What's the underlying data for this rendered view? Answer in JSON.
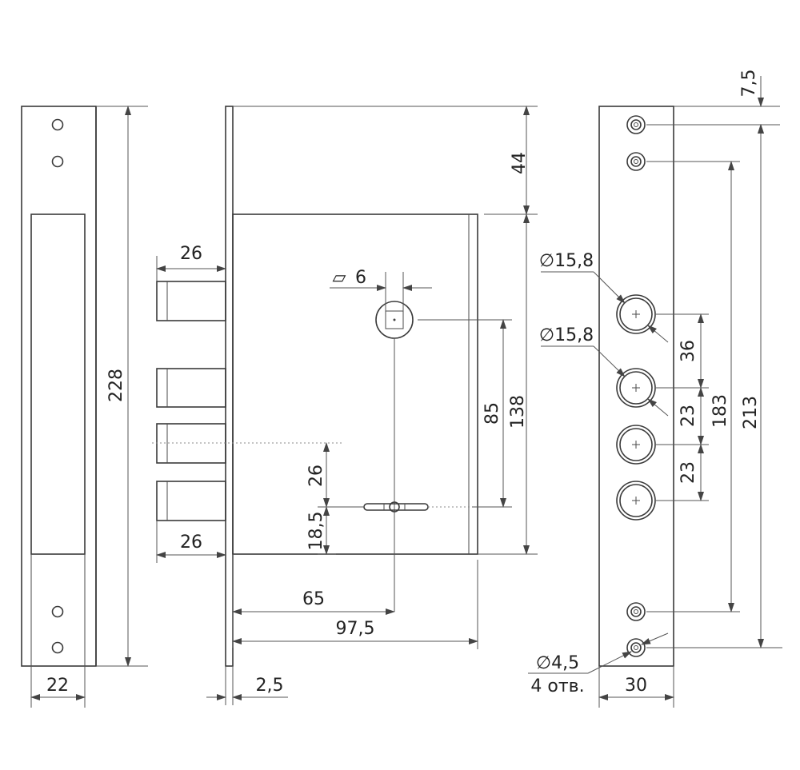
{
  "dimensions": {
    "strike_height": "228",
    "strike_width": "22",
    "bolt_length_top": "26",
    "bolt_length_bottom": "26",
    "spindle_square": "6",
    "spindle_square_symbol": "▱",
    "top_offset": "44",
    "spindle_to_key": "85",
    "case_height": "138",
    "key_to_bolt": "26",
    "key_to_bottom": "18,5",
    "backset": "65",
    "case_width": "97,5",
    "faceplate_thickness": "2,5",
    "bolt_hole_top_diameter": "∅15,8",
    "bolt_hole_second_diameter": "∅15,8",
    "bolt_spacing_1": "36",
    "bolt_spacing_2": "23",
    "bolt_spacing_3": "23",
    "screw_hole_span": "183",
    "faceplate_span": "213",
    "top_screw_offset": "7,5",
    "screw_hole_diameter": "∅4,5",
    "screw_hole_count": "4 отв.",
    "faceplate_width": "30"
  }
}
